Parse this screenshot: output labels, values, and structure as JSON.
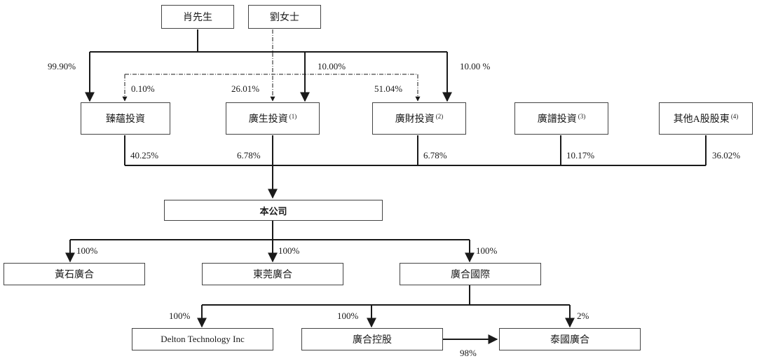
{
  "entities": {
    "xiao": "肖先生",
    "liu": "劉女士",
    "zhenyun": "臻蘊投資",
    "guangsheng": "廣生投資",
    "guangsheng_note": "(1)",
    "guangcai": "廣財投資",
    "guangcai_note": "(2)",
    "guangpu": "廣譜投資",
    "guangpu_note": "(3)",
    "other_a": "其他A股股東",
    "other_a_note": "(4)",
    "company": "本公司",
    "huangshi": "黃石廣合",
    "dongguan": "東莞廣合",
    "guanghe_intl": "廣合國際",
    "delton": "Delton Technology Inc",
    "guanghe_holding": "廣合控股",
    "thailand": "泰國廣合"
  },
  "percentages": {
    "xiao_zhenyun": "99.90%",
    "xiao_guangsheng": "10.00%",
    "xiao_guangcai": "10.00 %",
    "liu_zhenyun": "0.10%",
    "liu_guangsheng": "26.01%",
    "liu_guangcai": "51.04%",
    "zhenyun_company": "40.25%",
    "guangsheng_company": "6.78%",
    "guangcai_company": "6.78%",
    "guangpu_company": "10.17%",
    "other_company": "36.02%",
    "company_huangshi": "100%",
    "company_dongguan": "100%",
    "company_intl": "100%",
    "intl_delton": "100%",
    "intl_holding": "100%",
    "intl_thailand": "2%",
    "holding_thailand": "98%"
  }
}
